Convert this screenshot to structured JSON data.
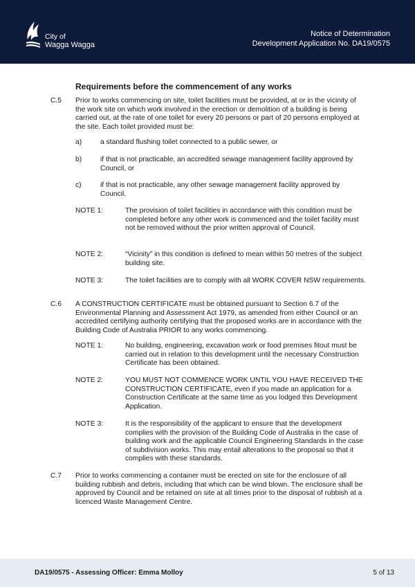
{
  "header": {
    "logo_line1": "City of",
    "logo_line2": "Wagga Wagga",
    "doc_title": "Notice of Determination",
    "app_number": "Development Application No. DA19/0575"
  },
  "section_heading": "Requirements before the commencement of any works",
  "conditions": [
    {
      "number": "C.5",
      "text": "Prior to works commencing on site, toilet facilities must be provided, at or in the vicinity of the work site on which work involved in the erection or demolition of a building is being carried out, at the rate of one toilet for every 20 persons or part of 20 persons employed at the site. Each toilet provided must be:",
      "items": [
        {
          "label": "a)",
          "text": "a standard flushing toilet connected to a public sewer, or"
        },
        {
          "label": "b)",
          "text": "if that is not practicable, an accredited sewage management facility approved by Council, or"
        },
        {
          "label": "c)",
          "text": "if that is not practicable, any other sewage management facility approved by Council."
        }
      ],
      "notes": [
        {
          "label": "NOTE 1:",
          "text": "The provision of toilet facilities in accordance with this condition must be completed before any other work is commenced and the toilet facility must not be removed without the prior written approval of Council."
        },
        {
          "label": "NOTE 2:",
          "text": "“Vicinity” in this condition is defined to mean within 50 metres of the subject building site."
        },
        {
          "label": "NOTE 3:",
          "text": "The toilet facilities are to comply with all WORK COVER NSW requirements."
        }
      ]
    },
    {
      "number": "C.6",
      "text": "A CONSTRUCTION CERTIFICATE must be obtained pursuant to Section 6.7 of the Environmental Planning and Assessment Act 1979, as amended from either Council or an accredited certifying authority certifying that the proposed works are in accordance with the Building Code of Australia PRIOR to any works commencing.",
      "notes": [
        {
          "label": "NOTE 1:",
          "text": "No building, engineering, excavation work or food premises fitout must be carried out in relation to this development until the necessary Construction Certificate has been obtained."
        },
        {
          "label": "NOTE 2:",
          "text": "YOU MUST NOT COMMENCE WORK UNTIL YOU HAVE RECEIVED THE CONSTRUCTION CERTIFICATE, even if you made an application for a Construction Certificate at the same time as you lodged this Development Application."
        },
        {
          "label": "NOTE 3:",
          "text": "It is the responsibility of the applicant to ensure that the development complies with the provision of the Building Code of Australia in the case of building work and the applicable Council Engineering Standards in the case of subdivision works. This may entail alterations to the proposal so that it complies with these standards."
        }
      ]
    },
    {
      "number": "C.7",
      "text": "Prior to works commencing a container must be erected on site for the enclosure of all building rubbish and debris, including that which can be wind blown. The enclosure shall be approved by Council and be retained on site at all times prior to the disposal of rubbish at a licenced Waste Management Centre."
    }
  ],
  "footer": {
    "left": "DA19/0575 - Assessing Officer:  Emma Molloy",
    "right": "5 of 13"
  },
  "colors": {
    "header_bg": "#0e1a3a",
    "footer_bg": "#e6ecf4"
  }
}
